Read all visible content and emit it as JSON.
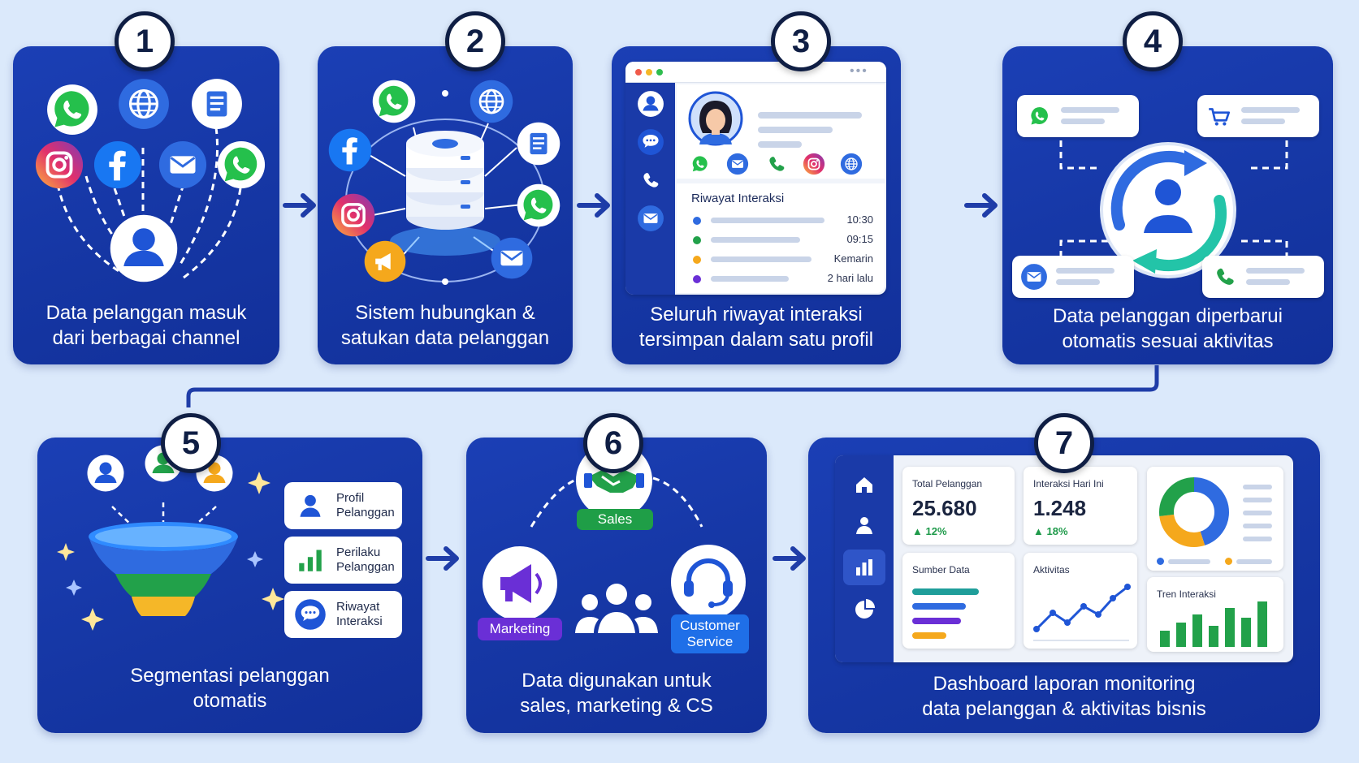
{
  "steps": [
    {
      "number": "1",
      "caption_line1": "Data pelanggan masuk",
      "caption_line2": "dari berbagai channel"
    },
    {
      "number": "2",
      "caption_line1": "Sistem hubungkan &",
      "caption_line2": "satukan data pelanggan"
    },
    {
      "number": "3",
      "caption_line1": "Seluruh riwayat interaksi",
      "caption_line2": "tersimpan dalam satu profil"
    },
    {
      "number": "4",
      "caption_line1": "Data pelanggan diperbarui",
      "caption_line2": "otomatis sesuai aktivitas"
    },
    {
      "number": "5",
      "caption_line1": "Segmentasi pelanggan",
      "caption_line2": "otomatis"
    },
    {
      "number": "6",
      "caption_line1": "Data digunakan untuk",
      "caption_line2": "sales, marketing & CS"
    },
    {
      "number": "7",
      "caption_line1": "Dashboard laporan monitoring",
      "caption_line2": "data pelanggan & aktivitas bisnis"
    }
  ],
  "profile": {
    "history_title": "Riwayat Interaksi",
    "history": [
      {
        "time": "10:30",
        "color": "#2f6be0"
      },
      {
        "time": "09:15",
        "color": "#22a14a"
      },
      {
        "time": "Kemarin",
        "color": "#f5a81c"
      },
      {
        "time": "2 hari lalu",
        "color": "#6a2fd6"
      }
    ]
  },
  "segments": [
    {
      "line1": "Profil",
      "line2": "Pelanggan"
    },
    {
      "line1": "Perilaku",
      "line2": "Pelanggan"
    },
    {
      "line1": "Riwayat",
      "line2": "Interaksi"
    }
  ],
  "roles": {
    "sales": "Sales",
    "marketing": "Marketing",
    "cs_line1": "Customer",
    "cs_line2": "Service"
  },
  "dashboard": {
    "total_label": "Total Pelanggan",
    "total_value": "25.680",
    "total_delta": "▲ 12%",
    "today_label": "Interaksi Hari Ini",
    "today_value": "1.248",
    "today_delta": "▲ 18%",
    "source_label": "Sumber Data",
    "activity_label": "Aktivitas",
    "trend_label": "Tren Interaksi"
  },
  "colors": {
    "card": "#1536a3",
    "whatsapp": "#25c04c",
    "facebook": "#1877f2",
    "email": "#2f6be0",
    "instagram": "#e1306c",
    "sales_tag": "#1f9e47",
    "marketing_tag": "#6a2fd6",
    "cs_tag": "#1f6fe8"
  }
}
